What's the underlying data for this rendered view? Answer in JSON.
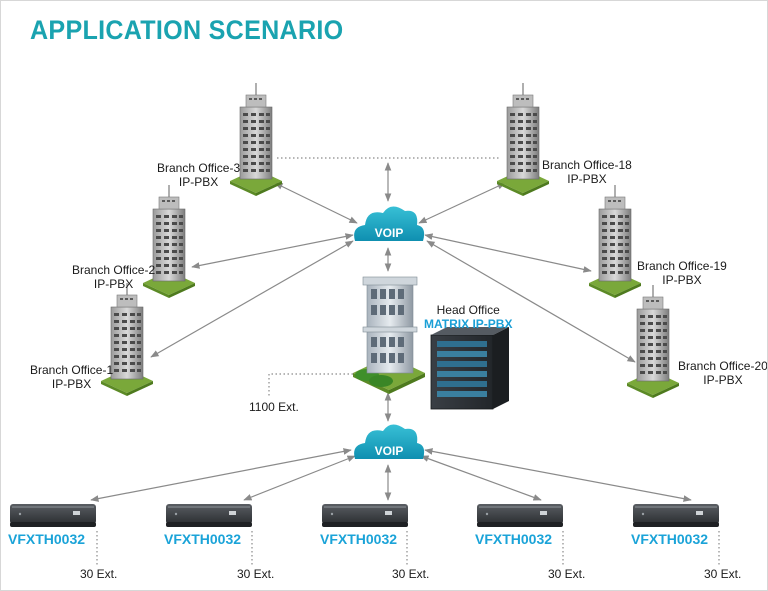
{
  "title": "APPLICATION SCENARIO",
  "cloud_label": "VOIP",
  "head_office": {
    "name": "Head Office",
    "product": "MATRIX IP-PBX",
    "extensions": "1100 Ext."
  },
  "branches": [
    {
      "name": "Branch Office-3",
      "type": "IP-PBX"
    },
    {
      "name": "Branch Office-2",
      "type": "IP-PBX"
    },
    {
      "name": "Branch Office-1",
      "type": "IP-PBX"
    },
    {
      "name": "Branch Office-18",
      "type": "IP-PBX"
    },
    {
      "name": "Branch Office-19",
      "type": "IP-PBX"
    },
    {
      "name": "Branch Office-20",
      "type": "IP-PBX"
    }
  ],
  "gateways": [
    {
      "name": "VFXTH0032",
      "extensions": "30 Ext."
    },
    {
      "name": "VFXTH0032",
      "extensions": "30 Ext."
    },
    {
      "name": "VFXTH0032",
      "extensions": "30 Ext."
    },
    {
      "name": "VFXTH0032",
      "extensions": "30 Ext."
    },
    {
      "name": "VFXTH0032",
      "extensions": "30 Ext."
    }
  ],
  "colors": {
    "title": "#1aa3b0",
    "cloud": "#1aa3c4",
    "accent": "#1a9fd6",
    "connector": "#8a8a8a"
  }
}
